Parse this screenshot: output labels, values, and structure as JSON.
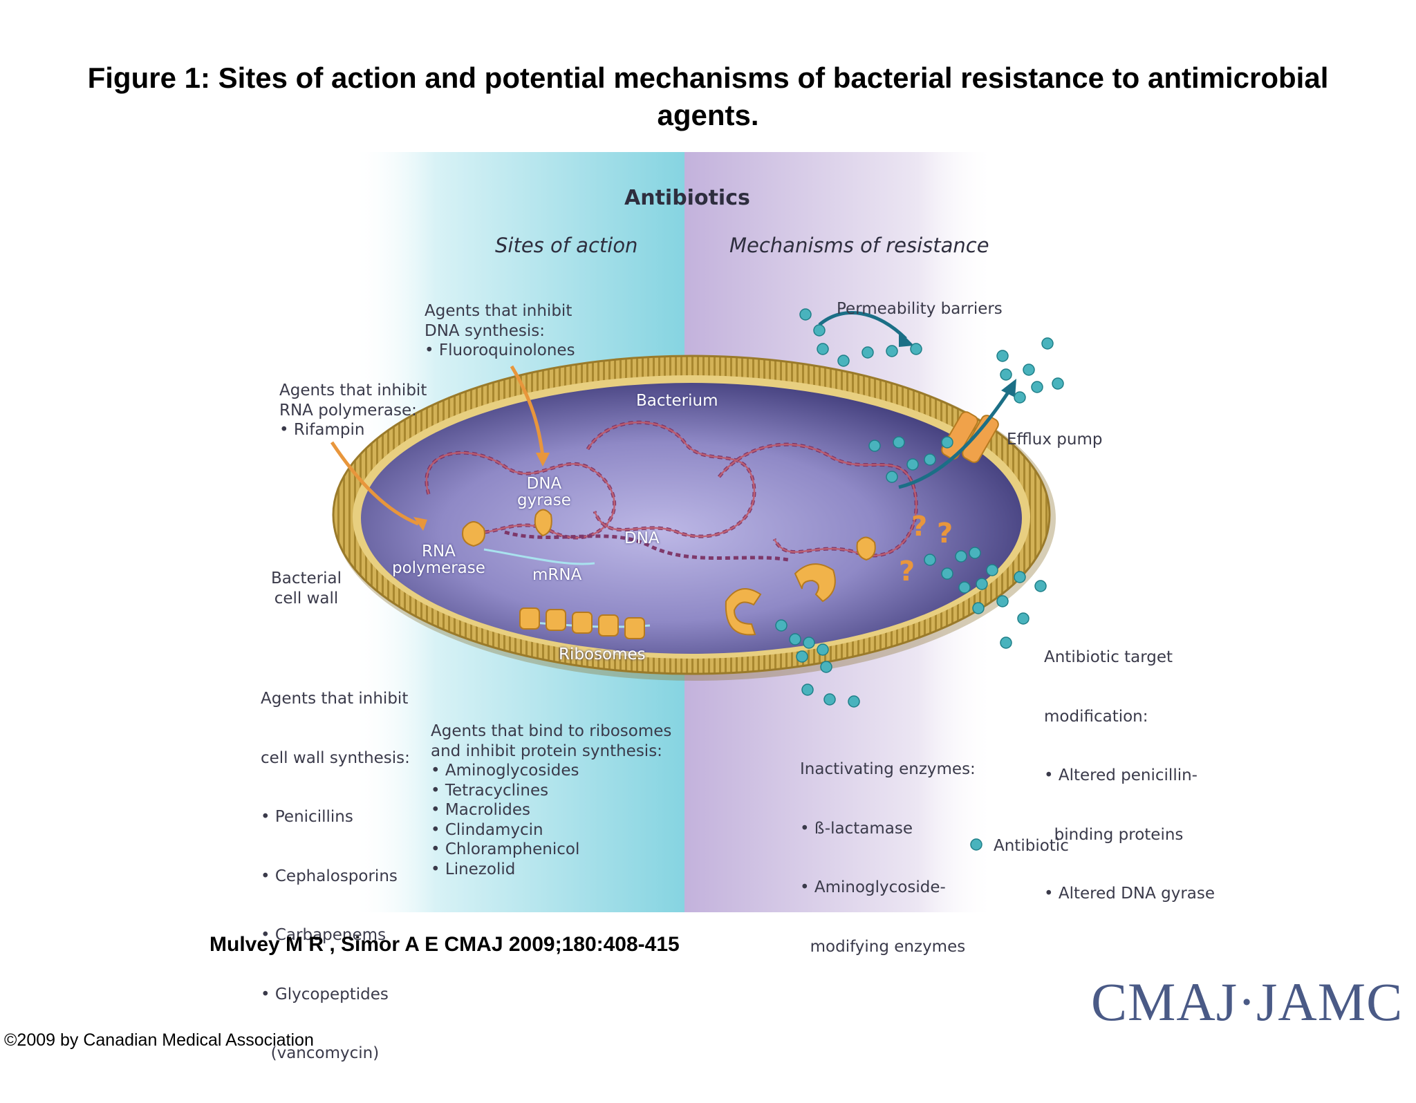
{
  "title": {
    "line1": "Figure 1: Sites of action and potential mechanisms of bacterial resistance to antimicrobial",
    "line2": "agents."
  },
  "figure": {
    "heading": "Antibiotics",
    "left_section": "Sites of action",
    "right_section": "Mechanisms of resistance",
    "cell_labels": {
      "bacterium": "Bacterium",
      "dna_gyrase": [
        "DNA",
        "gyrase"
      ],
      "dna": "DNA",
      "rna_polymerase": [
        "RNA",
        "polymerase"
      ],
      "mrna": "mRNA",
      "ribosomes": "Ribosomes"
    },
    "callouts": {
      "dna_synthesis": [
        "Agents that inhibit",
        "DNA synthesis:",
        "• Fluoroquinolones"
      ],
      "rna_polymerase": [
        "Agents that inhibit",
        "RNA polymerase:",
        "• Rifampin"
      ],
      "cell_wall": [
        "Bacterial",
        "cell wall"
      ],
      "cell_wall_synthesis": [
        "Agents that inhibit",
        "cell wall synthesis:",
        "• Penicillins",
        "• Cephalosporins",
        "• Carbapenems",
        "• Glycopeptides",
        "  (vancomycin)"
      ],
      "ribosomes": [
        "Agents that bind to ribosomes",
        "and inhibit protein synthesis:",
        "• Aminoglycosides",
        "• Tetracyclines",
        "• Macrolides",
        "• Clindamycin",
        "• Chloramphenicol",
        "• Linezolid"
      ],
      "permeability": "Permeability barriers",
      "efflux": "Efflux pump",
      "target_mod": [
        "Antibiotic target",
        "modification:",
        "• Altered penicillin-",
        "  binding proteins",
        "• Altered DNA gyrase"
      ],
      "inactivating": [
        "Inactivating enzymes:",
        "• ß-lactamase",
        "• Aminoglycoside-",
        "  modifying enzymes"
      ],
      "legend": "Antibiotic"
    }
  },
  "citation": "Mulvey M R , Simor A E CMAJ 2009;180:408-415",
  "copyright": "©2009 by Canadian Medical Association",
  "logo": "CMAJ·JAMC",
  "colors": {
    "left_panel": "#8fd8e4",
    "right_panel": "#c9b8de",
    "cell_interior": "#7f7bb6",
    "cell_wall": "#c9a544",
    "dna": "#7a2d5e",
    "enzyme": "#f1b34a",
    "arrow": "#e8963c",
    "antibiotic": "#3aa6b0"
  }
}
